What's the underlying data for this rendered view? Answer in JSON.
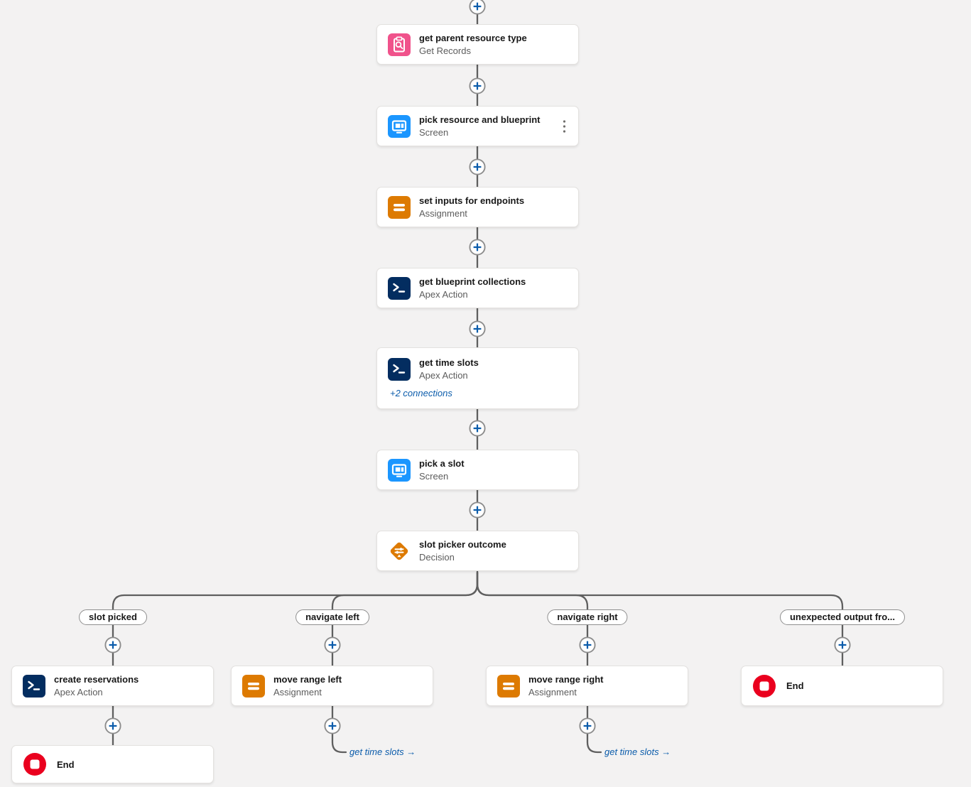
{
  "palette": {
    "canvas_background": "#f3f2f2",
    "connector_line": "#5f5f5f",
    "plus_icon_blue": "#0b5cab",
    "link_blue": "#0b5cab",
    "get_records_pink": "#f0528b",
    "screen_blue": "#1b96ff",
    "assignment_orange": "#dd7a01",
    "decision_orange": "#dd7a01",
    "apex_navy": "#032d60",
    "end_red": "#ea001e"
  },
  "icons": [
    "get-records-icon",
    "screen-icon",
    "assignment-icon",
    "apex-action-icon",
    "decision-icon",
    "end-icon",
    "add-element-plus-icon",
    "vertical-dots-menu-icon"
  ],
  "main": {
    "nodes": [
      {
        "title": "get parent resource type",
        "subtitle": "Get Records",
        "icon": "get-records-icon"
      },
      {
        "title": "pick resource and blueprint",
        "subtitle": "Screen",
        "icon": "screen-icon",
        "has_menu": true
      },
      {
        "title": "set inputs for endpoints",
        "subtitle": "Assignment",
        "icon": "assignment-icon"
      },
      {
        "title": "get blueprint collections",
        "subtitle": "Apex Action",
        "icon": "apex-action-icon"
      },
      {
        "title": "get time slots",
        "subtitle": "Apex Action",
        "icon": "apex-action-icon",
        "connections_link": "+2 connections"
      },
      {
        "title": "pick a slot",
        "subtitle": "Screen",
        "icon": "screen-icon"
      },
      {
        "title": "slot picker outcome",
        "subtitle": "Decision",
        "icon": "decision-icon"
      }
    ]
  },
  "branches": [
    {
      "label": "slot picked",
      "node": {
        "title": "create reservations",
        "subtitle": "Apex Action",
        "icon": "apex-action-icon"
      },
      "end": {
        "title": "End",
        "icon": "end-icon"
      }
    },
    {
      "label": "navigate left",
      "node": {
        "title": "move range left",
        "subtitle": "Assignment",
        "icon": "assignment-icon"
      },
      "goto_link": "get time slots →"
    },
    {
      "label": "navigate right",
      "node": {
        "title": "move range right",
        "subtitle": "Assignment",
        "icon": "assignment-icon"
      },
      "goto_link": "get time slots →"
    },
    {
      "label": "unexpected output fro...",
      "end": {
        "title": "End",
        "icon": "end-icon"
      }
    }
  ]
}
